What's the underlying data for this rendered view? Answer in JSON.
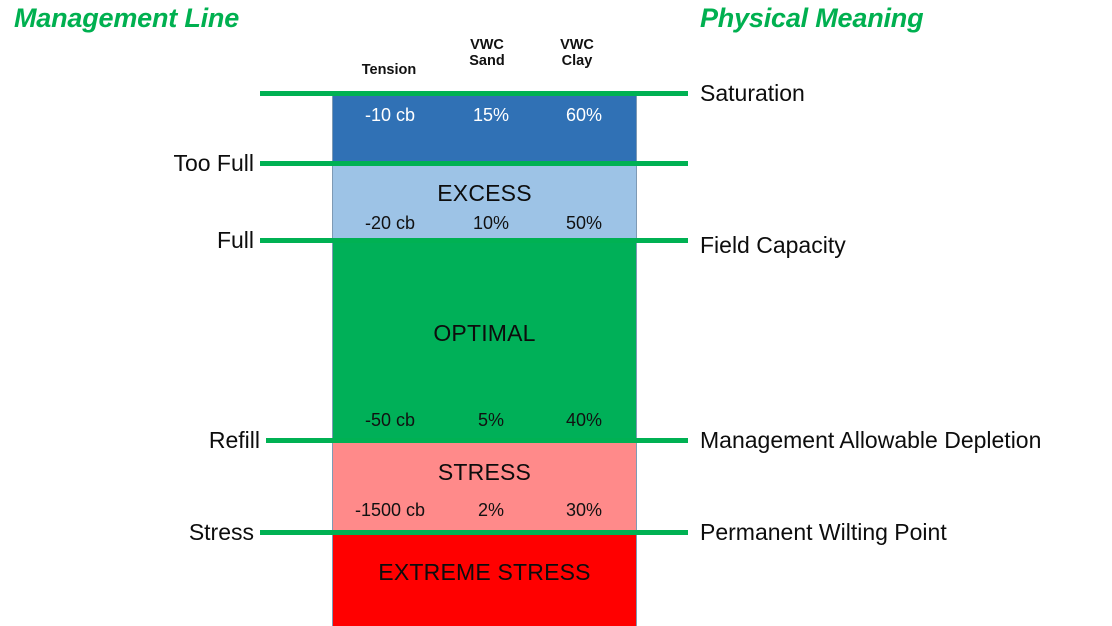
{
  "headings": {
    "left": "Management Line",
    "right": "Physical Meaning"
  },
  "colors": {
    "accent_green": "#00B050",
    "line_green": "#00B153",
    "saturation_band": "#3071B5",
    "excess_band": "#9DC3E6",
    "optimal_band": "#00B058",
    "stress_band": "#FF8A8A",
    "extreme_stress_band": "#FF0000",
    "bar_border": "#7E9AB5",
    "text_dark": "#0D0D0D",
    "text_light": "#FFFFFF"
  },
  "columns": [
    {
      "id": "tension",
      "header": "Tension"
    },
    {
      "id": "vwc_sand",
      "header": "VWC\nSand"
    },
    {
      "id": "vwc_clay",
      "header": "VWC\nClay"
    }
  ],
  "bands": [
    {
      "id": "saturation-band",
      "title": "",
      "fill": "#3071B5",
      "text_on_dark": true,
      "values": {
        "tension": "-10 cb",
        "vwc_sand": "15%",
        "vwc_clay": "60%"
      }
    },
    {
      "id": "excess-band",
      "title": "EXCESS",
      "fill": "#9DC3E6",
      "text_on_dark": false,
      "values": {
        "tension": "-20 cb",
        "vwc_sand": "10%",
        "vwc_clay": "50%"
      }
    },
    {
      "id": "optimal-band",
      "title": "OPTIMAL",
      "fill": "#00B058",
      "text_on_dark": false,
      "values": {
        "tension": "-50 cb",
        "vwc_sand": "5%",
        "vwc_clay": "40%"
      }
    },
    {
      "id": "stress-band",
      "title": "STRESS",
      "fill": "#FF8A8A",
      "text_on_dark": false,
      "values": {
        "tension": "-1500 cb",
        "vwc_sand": "2%",
        "vwc_clay": "30%"
      }
    },
    {
      "id": "extreme-stress-band",
      "title": "EXTREME STRESS",
      "fill": "#FF0000",
      "text_on_dark": false,
      "values": {
        "tension": "",
        "vwc_sand": "",
        "vwc_clay": ""
      }
    }
  ],
  "management_lines": [
    {
      "id": "saturation",
      "left_label": "",
      "right_label": "Saturation"
    },
    {
      "id": "too-full",
      "left_label": "Too Full",
      "right_label": ""
    },
    {
      "id": "full",
      "left_label": "Full",
      "right_label": "Field Capacity"
    },
    {
      "id": "refill",
      "left_label": "Refill",
      "right_label": "Management Allowable Depletion"
    },
    {
      "id": "stress",
      "left_label": "Stress",
      "right_label": "Permanent Wilting Point"
    }
  ]
}
